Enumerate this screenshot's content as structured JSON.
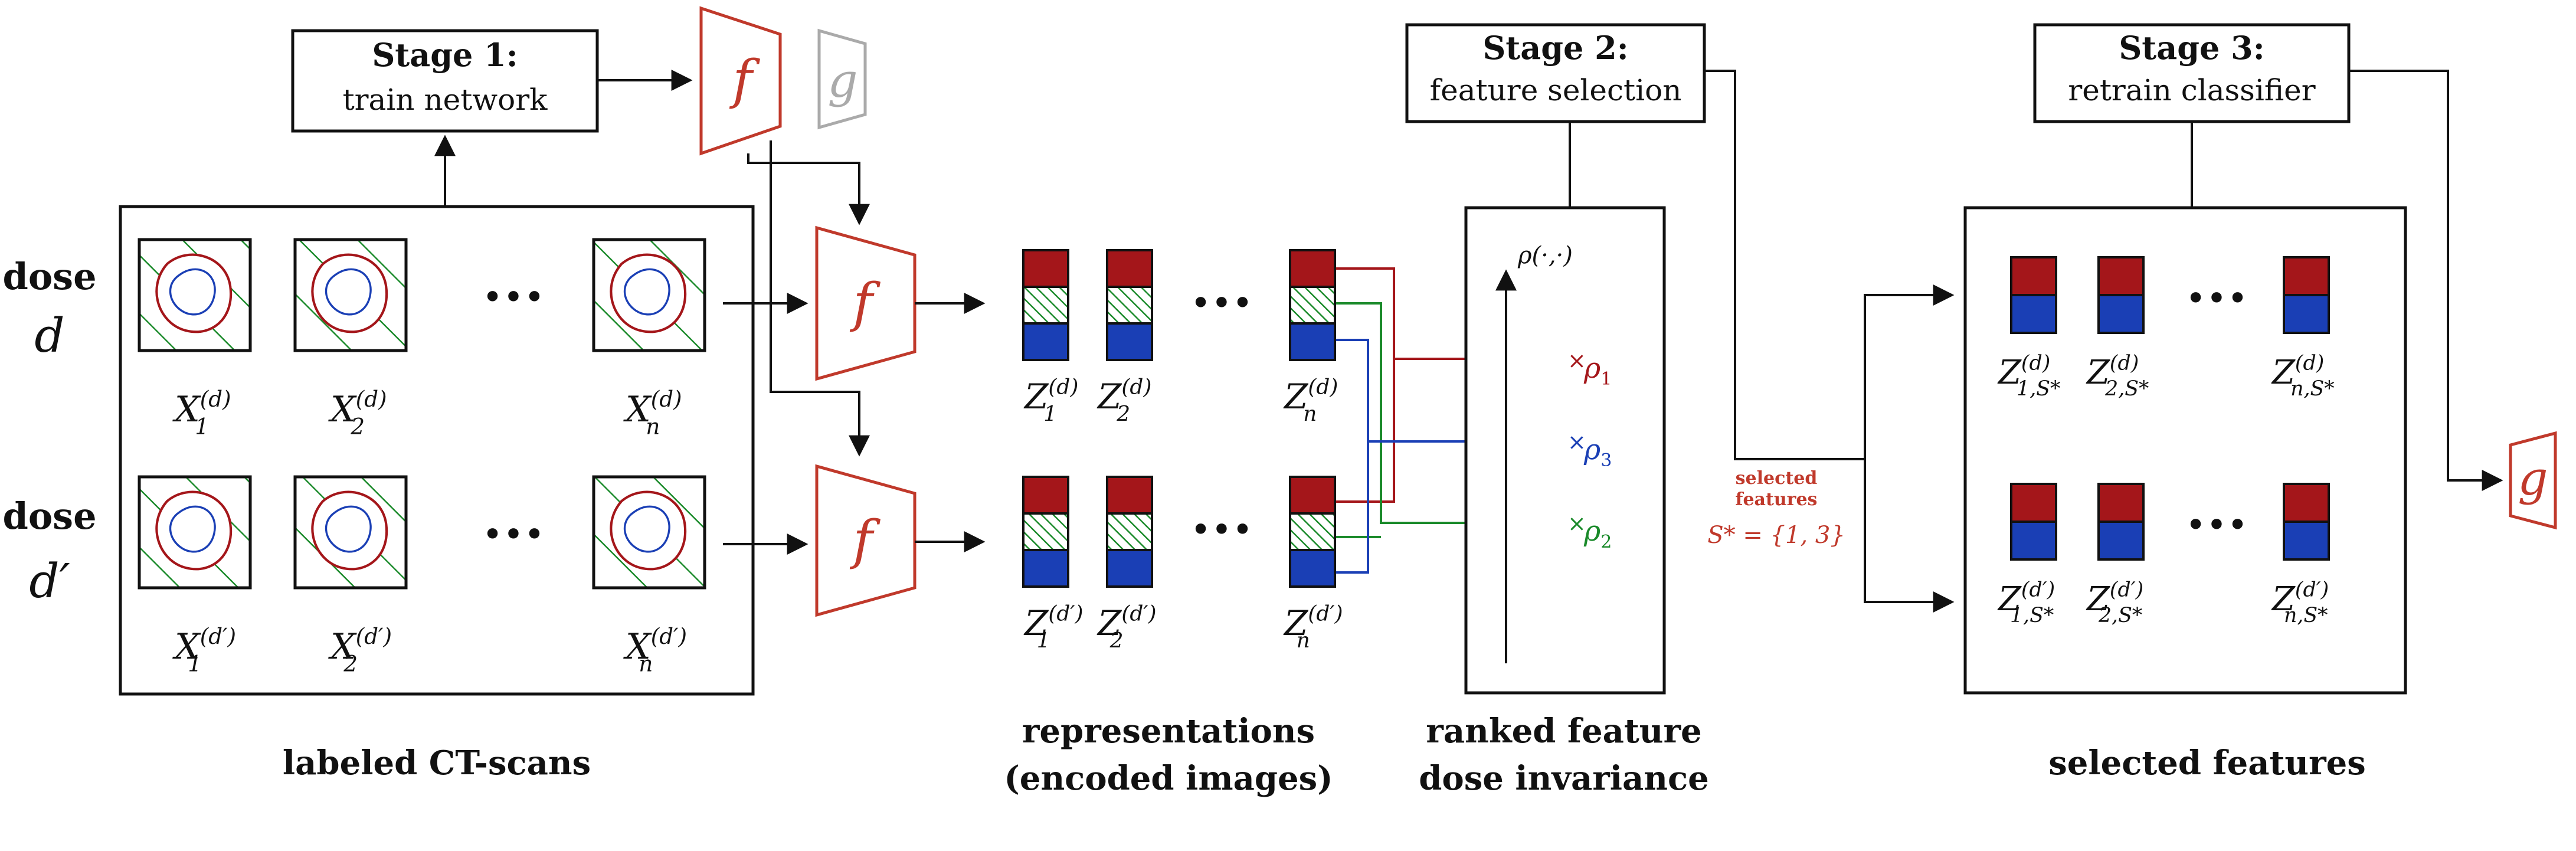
{
  "colors": {
    "red": "#c0392b",
    "dark_red": "#a4161a",
    "blue": "#1a3fb5",
    "green": "#1a8a2a",
    "gray": "#aaaaaa",
    "black": "#111111"
  },
  "stage1": {
    "title": "Stage 1:",
    "subtitle": "train network"
  },
  "stage2": {
    "title": "Stage 2:",
    "subtitle": "feature selection"
  },
  "stage3": {
    "title": "Stage 3:",
    "subtitle": "retrain classifier"
  },
  "networks": {
    "f": "f",
    "g": "g"
  },
  "dose": {
    "word": "dose",
    "d": "d",
    "d_prime": "d′"
  },
  "scans": {
    "ellipsis": "•••",
    "row_d": [
      "X",
      "X",
      "X"
    ],
    "subs": [
      "1",
      "2",
      "n"
    ],
    "sup_d": "(d)",
    "sup_dp": "(d′)"
  },
  "representations": {
    "symbol": "Z",
    "subs": [
      "1",
      "2",
      "n"
    ],
    "sup_d": "(d)",
    "sup_dp": "(d′)",
    "ellipsis": "•••"
  },
  "ranking": {
    "axis_label": "ρ(·,·)",
    "rho": [
      "ρ",
      "ρ",
      "ρ"
    ],
    "rho_subs": [
      "1",
      "3",
      "2"
    ],
    "marker": "×"
  },
  "selected": {
    "line1": "selected",
    "line2": "features",
    "set": "S* = {1, 3}"
  },
  "selected_features": {
    "symbol": "Z",
    "subs": [
      "1,S*",
      "2,S*",
      "n,S*"
    ],
    "sup_d": "(d)",
    "sup_dp": "(d′)",
    "ellipsis": "•••"
  },
  "captions": {
    "scans": "labeled CT-scans",
    "repr_1": "representations",
    "repr_2": "(encoded images)",
    "rank_1": "ranked feature",
    "rank_2": "dose invariance",
    "selected": "selected features"
  }
}
